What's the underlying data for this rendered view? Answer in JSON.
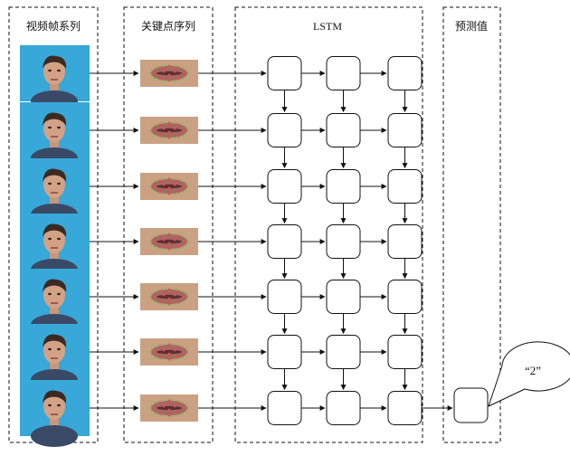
{
  "columns": {
    "video_frames": "视频帧系列",
    "keypoints": "关键点序列",
    "lstm": "LSTM",
    "prediction": "预测值"
  },
  "frame_count": 7,
  "lstm_layers": 3,
  "prediction_output": "“2”",
  "colors": {
    "frame_bg": "#37a8d8",
    "lip_bg": "#caa183",
    "lip_mark": "#57c845",
    "lip_point": "#e04a6a",
    "line": "#111111"
  },
  "icons": {
    "frame": "face-thumbnail-icon",
    "keypoint": "lip-keypoints-icon",
    "arrow": "arrow-right-icon"
  }
}
